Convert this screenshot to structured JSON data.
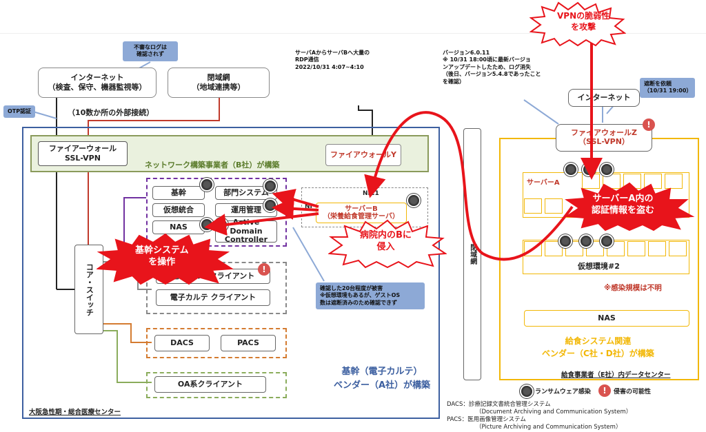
{
  "top_nodes": {
    "internet": "インターネット\n（検査、保守、機器監視等）",
    "closed_network": "閉域網\n（地域連携等）",
    "external_connections": "（10数か所の外部接続）"
  },
  "callouts": {
    "no_logs": "不審なログは\n確認されず",
    "otp": "OTP認証",
    "rdp_traffic": "サーバAからサーバBへ大量の\nRDP通信\n2022/10/31 4:07~4:10",
    "version_note": "バージョン6.0.11\n※ 10/31 18:00頃に最新バージョ\nンアップデートしたため、ログ消失\n（後日、バージョン5.4.8であったこと\nを確認）",
    "block_request": "遮断を依頼\n（10/31 19:00）",
    "damage_note": "確認した20台程度が被害\n※仮想環境もあるが、ゲストOS\n数は遮断済みのため確認できず"
  },
  "hospital": {
    "firewall_vpn": "ファイアーウォール\nSSL-VPN",
    "network_vendor": "ネットワーク構築事業者（B社）が構築",
    "firewall_y": "ファイアウォールY",
    "kikan": "基幹",
    "bumon": "部門システム",
    "kaso": "仮想統合",
    "unyo": "運用管理",
    "nas": "NAS",
    "ad": "Active Domain\nController",
    "nic": "NIC1",
    "nic_left": "NI",
    "server_b": "サーバーB\n（栄養給食管理サーバ）",
    "core_switch": "コア・スイッチ",
    "client_1": "電子カルテクライアント",
    "client_2": "電子カルテ クライアント",
    "dacs": "DACS",
    "pacs": "PACS",
    "oa": "OA系クライアント",
    "vendor_a": "基幹（電子カルテ）\nベンダー（A社）が構築",
    "center_name": "大阪急性期・総合医療センター",
    "closed_net_vertical": "閉域網"
  },
  "vendor_dc": {
    "internet": "インターネット",
    "firewall_z": "ファイアウォールZ\n（SSL-VPN）",
    "server_a": "サーバーA",
    "virtual_2": "仮想環境#2",
    "infection_unknown": "※感染規模は不明",
    "nas": "NAS",
    "vendor_cd": "給食システム関連\nベンダー（C社・D社）が構築",
    "dc_name": "給食事業者（E社）内データセンター"
  },
  "bursts": {
    "vpn": "VPNの脆弱性\nを攻撃",
    "steal": "サーバーA内の\n認証情報を盗む",
    "intrude": "病院内のBに\n侵入",
    "operate": "基幹システム\nを操作"
  },
  "legend": {
    "ransomware": "ランサムウェア感染",
    "intrusion": "侵害の可能性",
    "dacs_def": "DACS：診療記録文書統合管理システム",
    "dacs_en": "（Document Archiving and Communication System）",
    "pacs_def": "PACS：医用画像管理システム",
    "pacs_en": "（Picture Archiving and Communication System）"
  },
  "colors": {
    "attack_red": "#e8141b",
    "hospital_blue": "#3c5fa0",
    "vendor_yellow": "#f2b705",
    "callout_blue": "#8da9d6"
  }
}
